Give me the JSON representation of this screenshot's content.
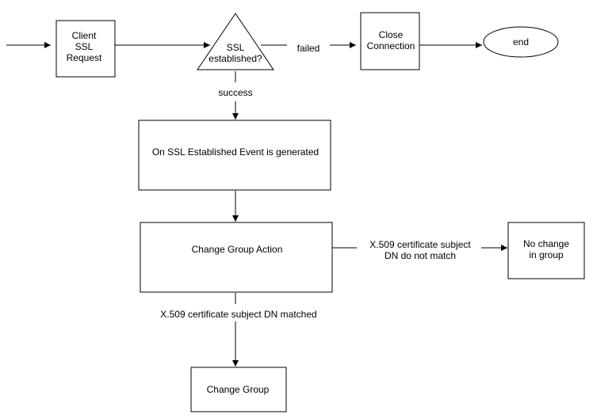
{
  "nodes": {
    "client_request": [
      "Client",
      "SSL",
      "Request"
    ],
    "ssl_established": [
      "SSL",
      "established?"
    ],
    "close_connection": [
      "Close",
      "Connection"
    ],
    "end": [
      "end"
    ],
    "ssl_event": [
      "On SSL Established Event is generated"
    ],
    "change_group_action": [
      "Change Group Action"
    ],
    "no_change": [
      "No change",
      "in group"
    ],
    "change_group": [
      "Change Group"
    ]
  },
  "edges": {
    "failed": [
      "failed"
    ],
    "success": [
      "success"
    ],
    "not_match": [
      "X.509 certificate subject",
      "DN do not match"
    ],
    "matched": [
      "X.509 certificate subject DN matched"
    ]
  }
}
